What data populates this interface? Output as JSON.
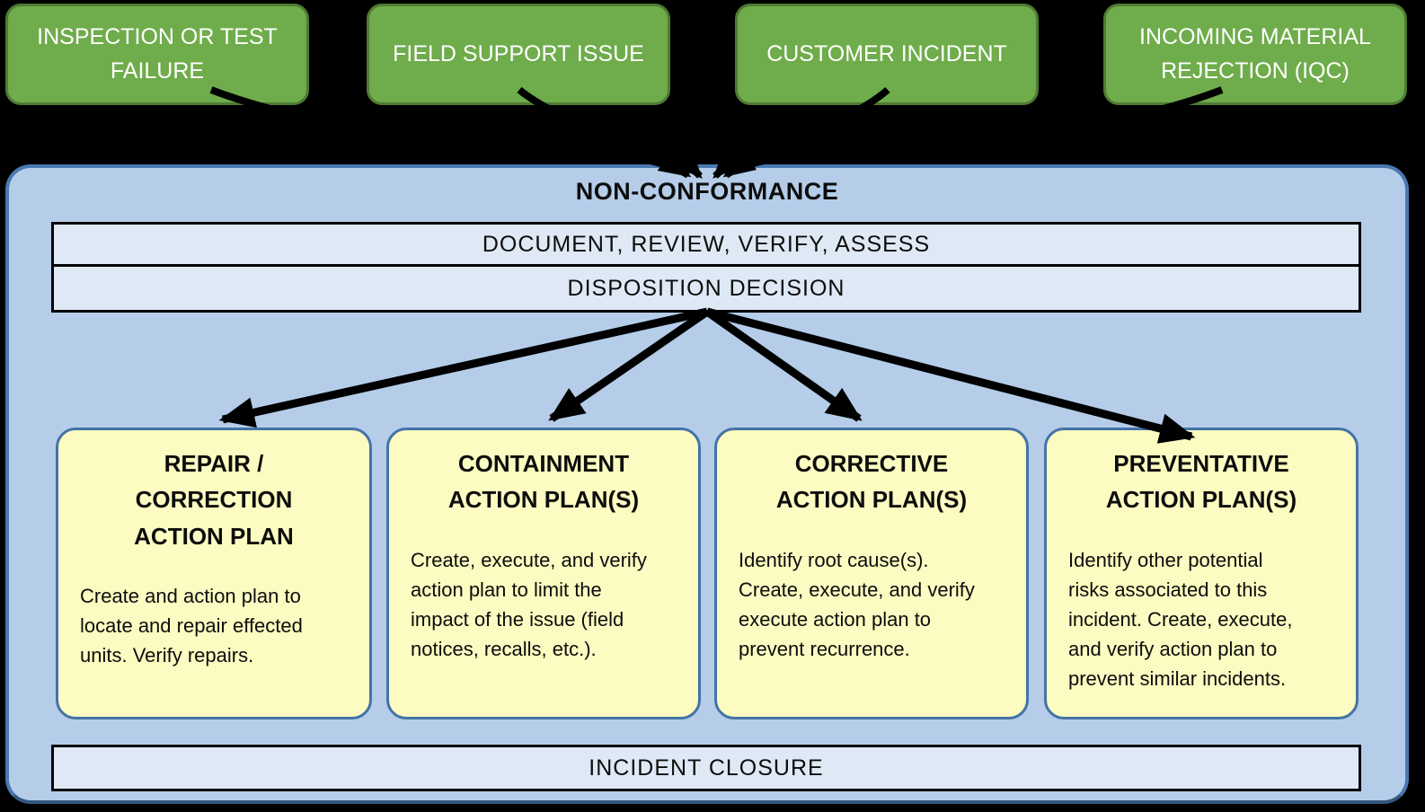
{
  "sources": [
    {
      "label": "INSPECTION OR TEST\nFAILURE"
    },
    {
      "label": "FIELD SUPPORT ISSUE"
    },
    {
      "label": "CUSTOMER INCIDENT"
    },
    {
      "label": "INCOMING MATERIAL\nREJECTION (IQC)"
    }
  ],
  "panel": {
    "title": "NON-CONFORMANCE",
    "step_document": "DOCUMENT, REVIEW, VERIFY, ASSESS",
    "step_disposition": "DISPOSITION DECISION",
    "closure": "INCIDENT CLOSURE"
  },
  "plans": [
    {
      "title": "REPAIR /\nCORRECTION\nACTION PLAN",
      "body": "Create and action plan to\nlocate and repair effected\nunits.  Verify repairs."
    },
    {
      "title": "CONTAINMENT\nACTION PLAN(S)",
      "body": "Create, execute, and verify\naction plan to limit the\nimpact of the issue (field\nnotices, recalls, etc.)."
    },
    {
      "title": "CORRECTIVE\nACTION PLAN(S)",
      "body": "Identify root cause(s).\nCreate, execute, and verify\nexecute action plan to\nprevent recurrence."
    },
    {
      "title": "PREVENTATIVE\nACTION PLAN(S)",
      "body": "Identify other potential\nrisks associated to this\nincident.  Create, execute,\nand verify action plan to\nprevent similar incidents."
    }
  ],
  "colors": {
    "bg": "#000000",
    "green_fill": "#6FAC4B",
    "green_border": "#4F7B33",
    "panel_fill": "#B5CDE9",
    "panel_border": "#4A79B2",
    "bar_fill": "#DEE9F5",
    "bar_border": "#000000",
    "card_fill": "#FCFBC1",
    "card_border": "#4473A7",
    "text_dark": "#0D0D0D",
    "text_light": "#FFFFFF",
    "arrow": "#000000"
  }
}
